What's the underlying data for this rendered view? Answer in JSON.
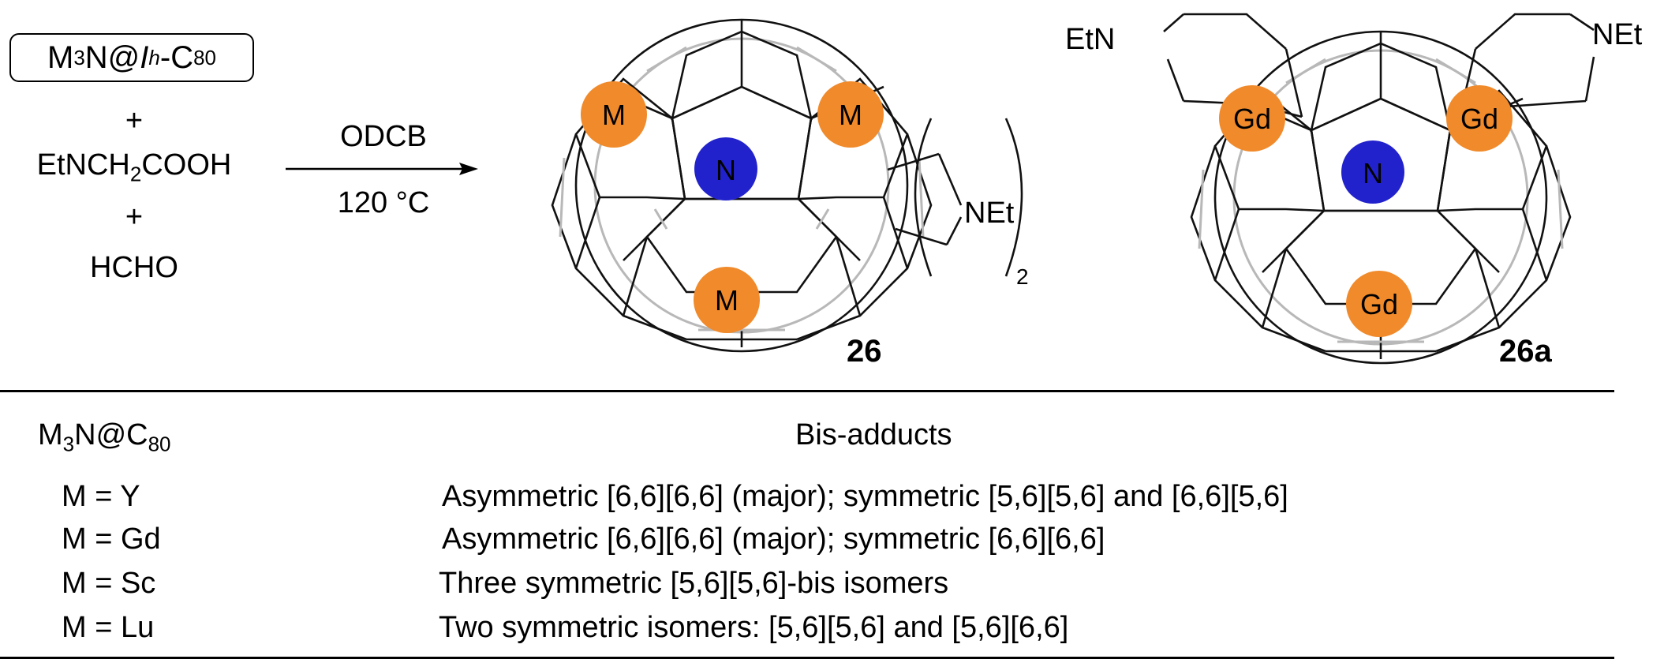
{
  "scheme": {
    "reactant1": {
      "prefix": "M",
      "sub1": "3",
      "mid": "N@",
      "italic": "I",
      "sub_italic": "h",
      "suffix": "-C",
      "sub2": "80"
    },
    "plus1": "+",
    "reactant2": {
      "prefix": "EtNCH",
      "sub": "2",
      "suffix": "COOH"
    },
    "plus2": "+",
    "reactant3": "HCHO",
    "condition_top": "ODCB",
    "condition_bottom": "120 °C",
    "compound1": {
      "label": "26",
      "atoms": [
        "M",
        "M",
        "M"
      ],
      "center": "N",
      "addend": "NEt",
      "multiplier": "2"
    },
    "compound2": {
      "label": "26a",
      "atoms": [
        "Gd",
        "Gd",
        "Gd"
      ],
      "center": "N",
      "addend_left": "EtN",
      "addend_right": "NEt"
    },
    "colors": {
      "metal": "#f08a2b",
      "nitrogen": "#2222cc",
      "cage_line": "#111111",
      "cage_shadow": "#b8b8b8"
    }
  },
  "table": {
    "header_left": {
      "prefix": "M",
      "sub1": "3",
      "mid": "N@C",
      "sub2": "80"
    },
    "header_right": "Bis-adducts",
    "rows": [
      {
        "metal": "M = Y",
        "result": "Asymmetric [6,6][6,6] (major); symmetric [5,6][5,6] and [6,6][5,6]"
      },
      {
        "metal": "M = Gd",
        "result": "Asymmetric [6,6][6,6] (major); symmetric [6,6][6,6]"
      },
      {
        "metal": "M = Sc",
        "result": "Three symmetric [5,6][5,6]-bis isomers"
      },
      {
        "metal": "M = Lu",
        "result": "Two symmetric isomers: [5,6][5,6] and [5,6][6,6]"
      }
    ]
  }
}
